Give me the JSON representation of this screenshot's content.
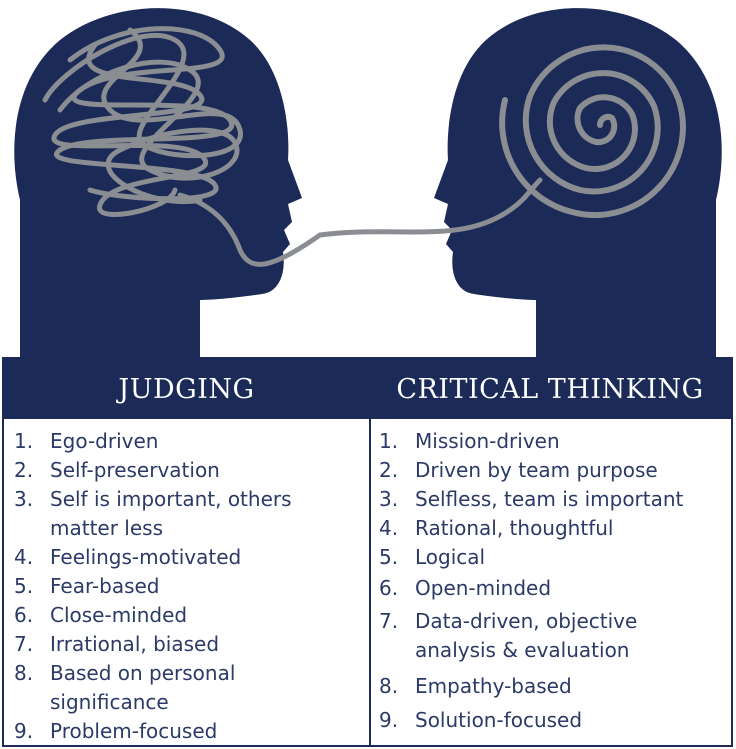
{
  "colors": {
    "navy": "#1b2a57",
    "scribble": "#8a8d91",
    "text": "#2b3a66"
  },
  "illustration": {
    "left_head_icon": "head-with-tangled-scribble-icon",
    "right_head_icon": "head-with-spiral-icon",
    "connector": "string-connecting-mouths"
  },
  "judging": {
    "title": "JUDGING",
    "items": [
      {
        "num": "1.",
        "text": "Ego-driven"
      },
      {
        "num": "2.",
        "text": "Self-preservation"
      },
      {
        "num": "3.",
        "text": "Self is important, others matter less"
      },
      {
        "num": "4.",
        "text": "Feelings-motivated"
      },
      {
        "num": "5.",
        "text": "Fear-based"
      },
      {
        "num": "6.",
        "text": "Close-minded"
      },
      {
        "num": "7.",
        "text": "Irrational, biased"
      },
      {
        "num": "8.",
        "text": "Based on personal significance"
      },
      {
        "num": "9.",
        "text": "Problem-focused"
      }
    ]
  },
  "critical_thinking": {
    "title": "CRITICAL THINKING",
    "items": [
      {
        "num": "1.",
        "text": "Mission-driven"
      },
      {
        "num": "2.",
        "text": "Driven by team purpose"
      },
      {
        "num": "3.",
        "text": "Selfless, team is important"
      },
      {
        "num": "4.",
        "text": "Rational, thoughtful"
      },
      {
        "num": "5.",
        "text": "Logical"
      },
      {
        "num": "6.",
        "text": "Open-minded"
      },
      {
        "num": "7.",
        "text": "Data-driven, objective analysis & evaluation"
      },
      {
        "num": "8.",
        "text": "Empathy-based"
      },
      {
        "num": "9.",
        "text": "Solution-focused"
      }
    ]
  }
}
